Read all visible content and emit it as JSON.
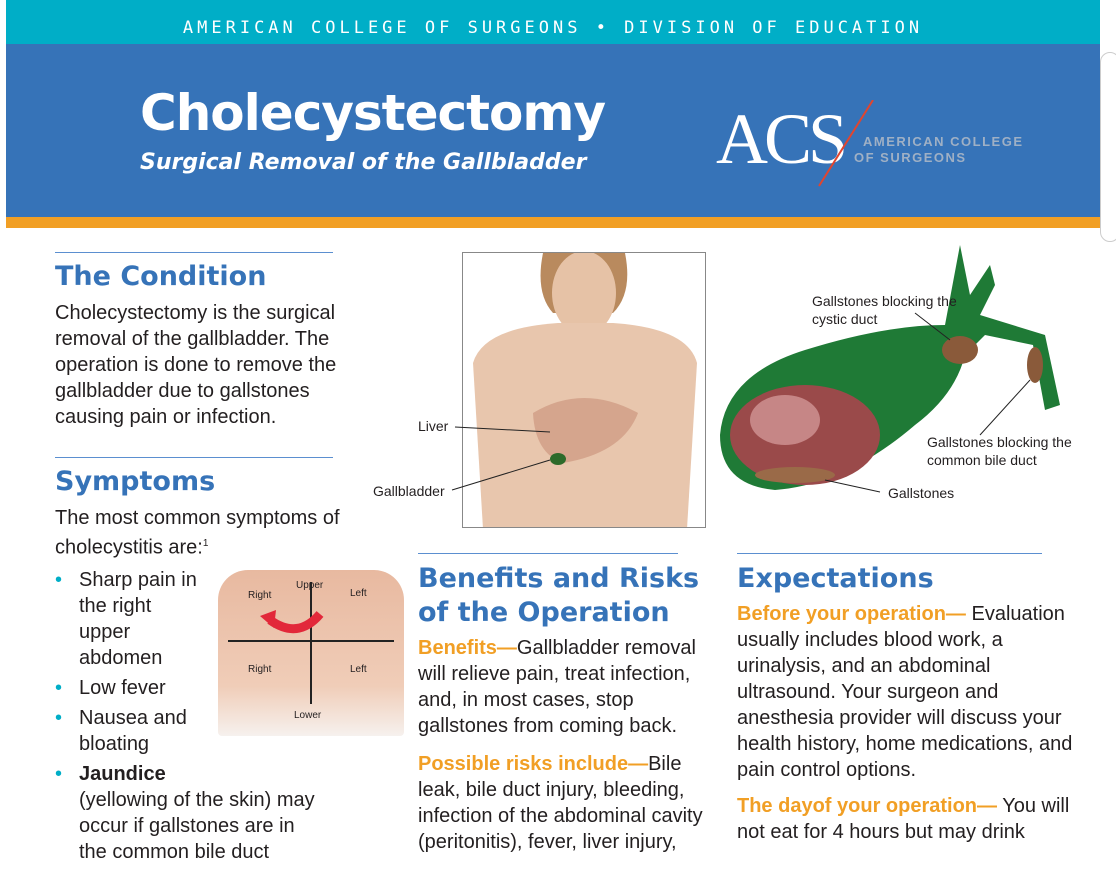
{
  "header": {
    "org_line": "AMERICAN COLLEGE OF SURGEONS • DIVISION OF EDUCATION",
    "title": "Cholecystectomy",
    "subtitle": "Surgical Removal of the Gallbladder",
    "logo_text": "ACS",
    "logo_name_1": "AMERICAN COLLEGE",
    "logo_name_2": "OF SURGEONS"
  },
  "condition": {
    "heading": "The Condition",
    "body": "Cholecystectomy is the surgical removal of the gallbladder. The operation is done to remove the gallbladder due to gallstones causing pain or infection."
  },
  "symptoms": {
    "heading": "Symptoms",
    "intro": "The most common symptoms of cholecystitis are:",
    "footnote": "1",
    "items": [
      "Sharp pain in the right upper abdomen",
      "Low fever",
      "Nausea and bloating"
    ],
    "jaundice_bold": "Jaundice",
    "jaundice_rest": "(yellowing of the skin) may occur if gallstones are in the common bile duct"
  },
  "abdomen_figure": {
    "upper": "Upper",
    "lower": "Lower",
    "right_top": "Right",
    "left_top": "Left",
    "right_bottom": "Right",
    "left_bottom": "Left"
  },
  "torso_figure": {
    "liver": "Liver",
    "gallbladder": "Gallbladder"
  },
  "gallbladder_figure": {
    "cystic": "Gallstones blocking the cystic duct",
    "cbd": "Gallstones blocking the common bile duct",
    "stones": "Gallstones"
  },
  "benefits": {
    "heading_1": "Benefits and Risks",
    "heading_2": "of the Operation",
    "benefits_label": "Benefits—",
    "benefits_text": "Gallbladder removal will relieve pain, treat infection, and, in most cases, stop gallstones from coming back.",
    "risks_label": "Possible risks include—",
    "risks_text": "Bile leak, bile duct injury, bleeding, infection of the abdominal cavity (peritonitis), fever, liver injury,"
  },
  "expectations": {
    "heading": "Expectations",
    "before_label": "Before your operation—",
    "before_text": " Evaluation usually includes blood work, a urinalysis, and an abdominal ultrasound. Your surgeon and anesthesia provider will discuss your health history, home medications, and pain control options.",
    "day_label": "The dayof your operation—",
    "day_text": " You will not eat for 4 hours but may drink"
  }
}
